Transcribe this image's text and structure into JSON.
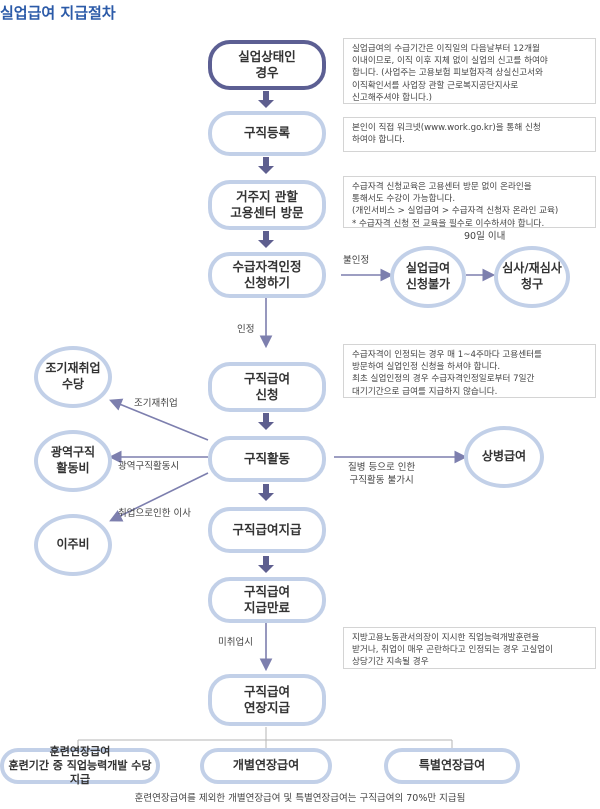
{
  "title": "실업급여 지급절차",
  "steps": {
    "unemployed": "실업상태인\n경우",
    "register": "구직등록",
    "visit": "거주지 관할\n고용센터 방문",
    "apply": "수급자격인정\n신청하기",
    "claim": "구직급여\n신청",
    "jobsearch": "구직활동",
    "payment": "구직급여지급",
    "end": "구직급여\n지급만료",
    "extend": "구직급여\n연장지급"
  },
  "side": {
    "ineligible": "실업급여\n신청불가",
    "appeal": "심사/재심사\n청구",
    "early": "조기재취업\n수당",
    "regional": "광역구직\n활동비",
    "relocation": "이주비",
    "sick": "상병급여"
  },
  "bottom": {
    "training": "훈련연장급여\n훈련기간 중 직업능력개발 수당지급",
    "individual": "개별연장급여",
    "special": "특별연장급여"
  },
  "notes": {
    "n1": "실업급여의 수급기간은 이직일의 다음날부터 12개월\n이내이므로, 이직 이후 지체 없이 실업의 신고를 하여야\n합니다. (사업주는 고용보험 피보험자격 상실신고서와\n이직확인서를 사업장 관할 근로복지공단지사로\n신고해주셔야 합니다.)",
    "n2": "본인이 직접 워크넷(www.work.go.kr)을 통해 신청\n하여야 합니다.",
    "n3": "수급자격 신청교육은 고용센터 방문 없이 온라인을\n통해서도 수강이 가능합니다.\n(개인서비스 > 실업급여 > 수급자격 신청자 온라인 교육)\n* 수급자격 신청 전 교육을 필수로 이수하셔야 합니다.",
    "n4": "수급자격이 인정되는 경우 매 1~4주마다 고용센터를\n방문하여 실업인정 신청을 하셔야 합니다.\n최초 실업인정의 경우 수급자격인정일로부터 7일간\n대기기간으로 급여를 지급하지 않습니다.",
    "n5": "지방고용노동관서의장이 지시한 직업능력개발훈련을\n받거나, 취업이 매우 곤란하다고 인정되는 경우 고실업이\n상당기간 지속될 경우"
  },
  "labels": {
    "rejected": "불인정",
    "within90": "90일 이내",
    "approved": "인정",
    "early_reemploy": "조기재취업",
    "regional_activity": "광역구직활동시",
    "move": "취업으로인한 이사",
    "sick_reason": "질병 등으로 인한\n구직활동 불가시",
    "not_employed": "미취업시"
  },
  "footnote": "훈련연장급여를 제외한 개별연장급여 및 특별연장급여는 구직급여의 70%만 지급됨",
  "colors": {
    "node_border": "#c2d0e8",
    "first_node_border": "#5c5f93",
    "arrow": "#5e5f8f",
    "title": "#2b5aa8"
  }
}
